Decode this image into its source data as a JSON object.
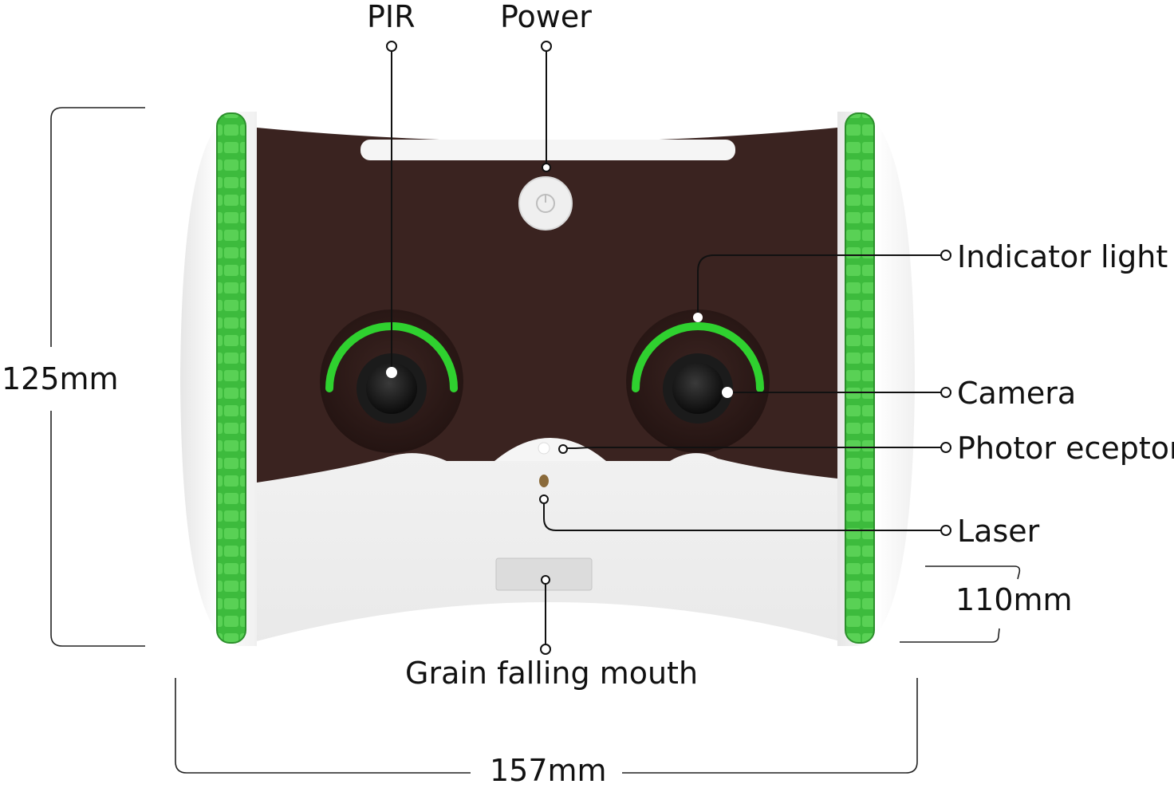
{
  "labels": {
    "pir": "PIR",
    "power": "Power",
    "indicator_light": "Indicator light",
    "camera": "Camera",
    "photoreceptor": "Photor eceptor",
    "laser": "Laser",
    "grain_mouth": "Grain falling mouth"
  },
  "dimensions": {
    "height": "125mm",
    "depth": "110mm",
    "width": "157mm"
  },
  "colors": {
    "wheel_green": "#3cbf3c",
    "body_brown": "#3a2320",
    "shell_white": "#f7f7f7",
    "ring_green": "#2fd12f"
  }
}
